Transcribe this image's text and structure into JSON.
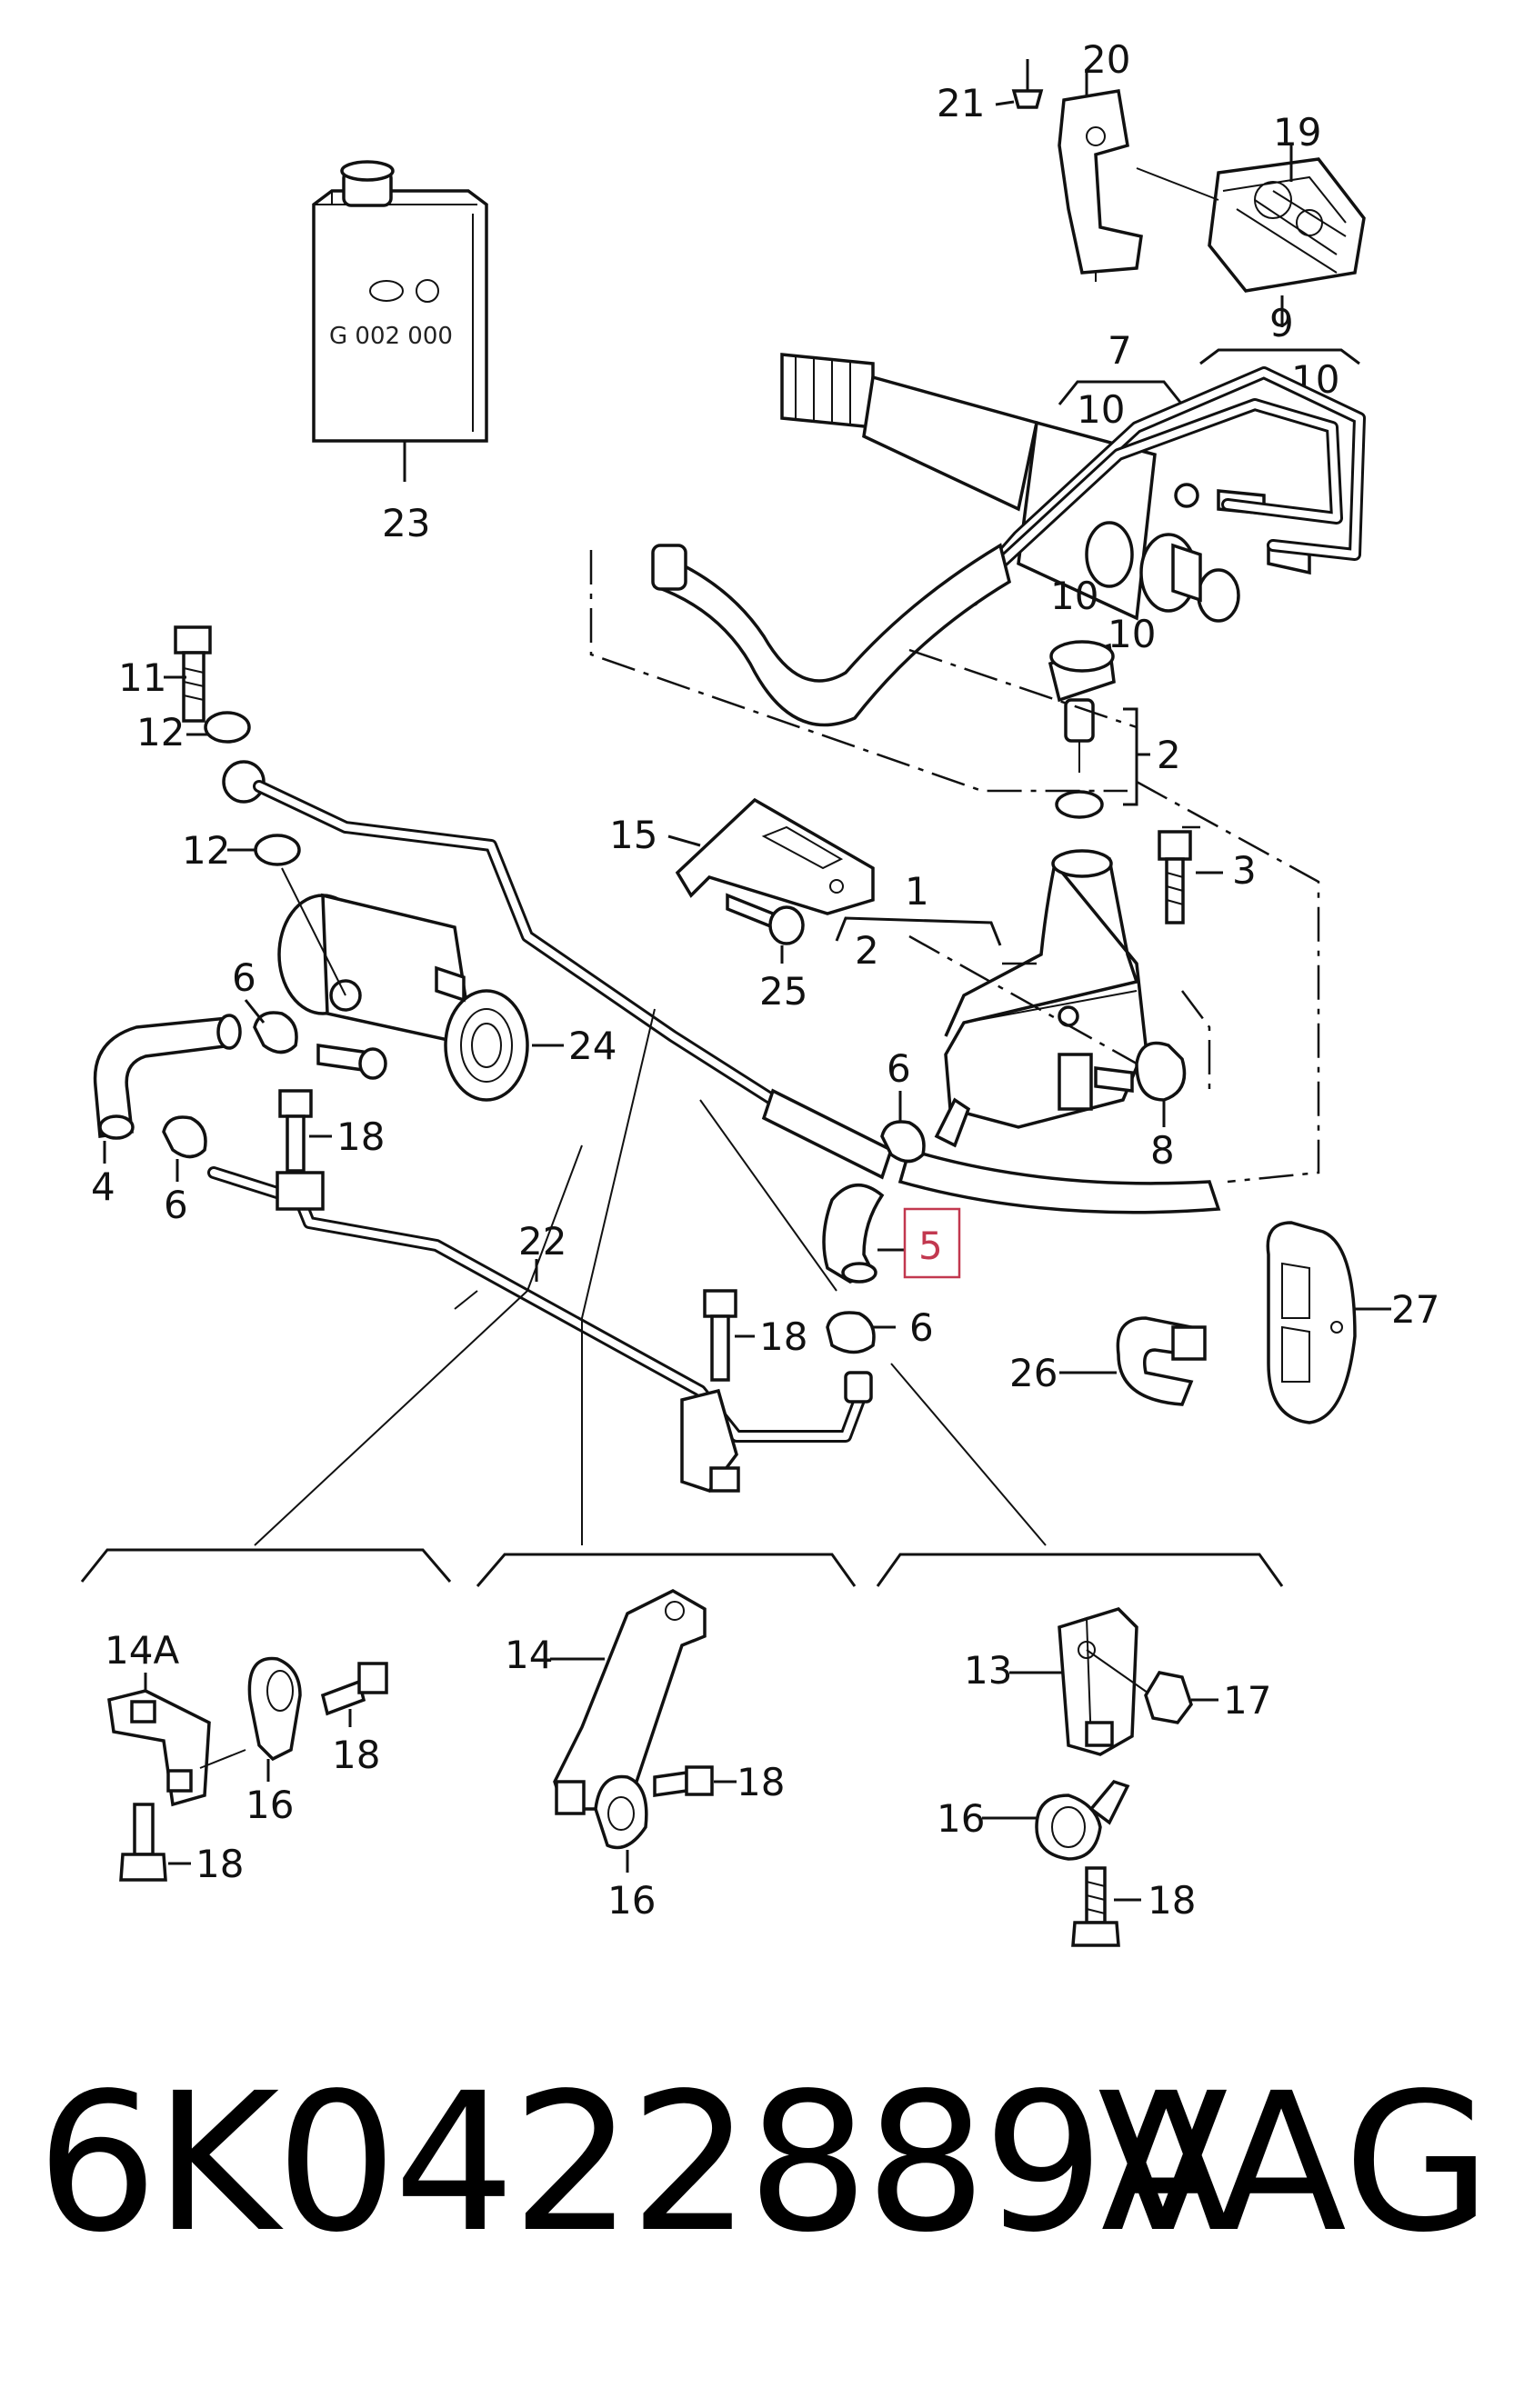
{
  "drawing_labels": {
    "l1": "1",
    "l2a": "2",
    "l2b": "2",
    "l3": "3",
    "l4": "4",
    "l5": "5",
    "l6a": "6",
    "l6b": "6",
    "l6c": "6",
    "l6d": "6",
    "l7": "7",
    "l8": "8",
    "l9": "9",
    "l10a": "10",
    "l10b": "10",
    "l10c": "10",
    "l10d": "10",
    "l11": "11",
    "l12a": "12",
    "l12b": "12",
    "l13": "13",
    "l14": "14",
    "l14a": "14A",
    "l15": "15",
    "l16a": "16",
    "l16b": "16",
    "l16c": "16",
    "l17": "17",
    "l18a": "18",
    "l18b": "18",
    "l18c": "18",
    "l18d": "18",
    "l18e": "18",
    "l18f": "18",
    "l19": "19",
    "l20": "20",
    "l21": "21",
    "l22": "22",
    "l23": "23",
    "l24": "24",
    "l25": "25",
    "l26": "26",
    "l27": "27"
  },
  "can_text": "G 002 000",
  "highlight_color": "#c2384f",
  "footer": {
    "part_number": "6K0422889A",
    "brand": "VAG"
  }
}
